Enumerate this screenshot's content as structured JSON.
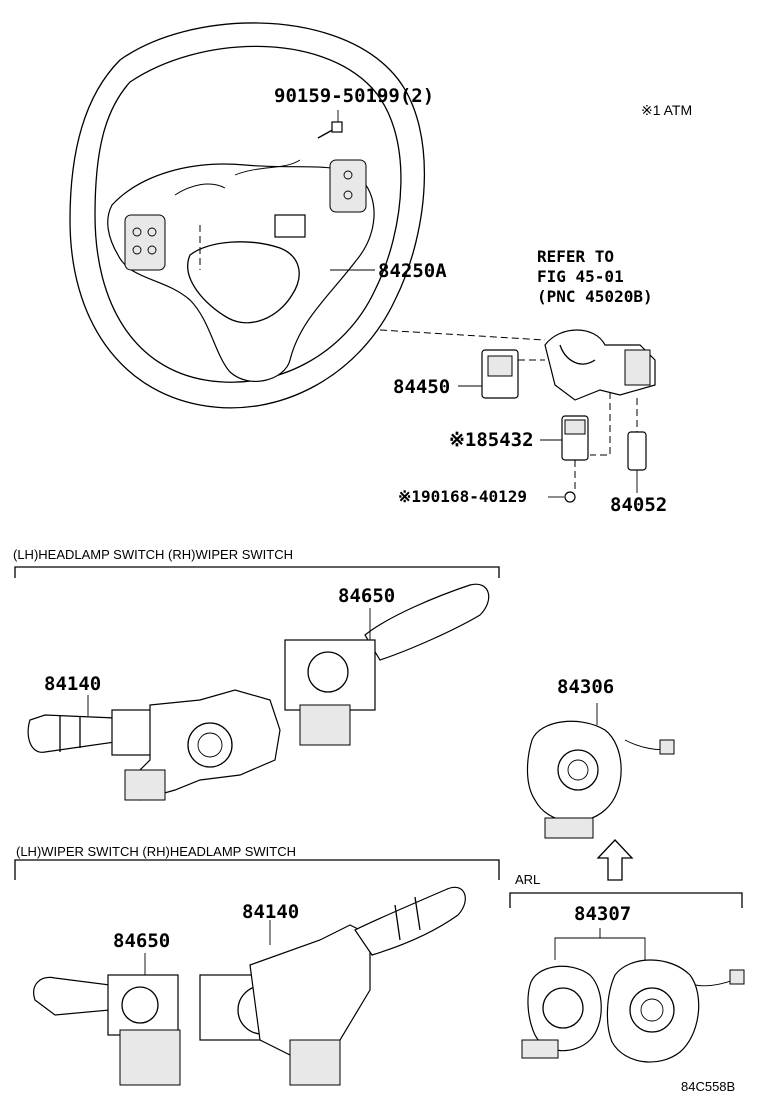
{
  "notes": {
    "atm": "※1 ATM",
    "refer": [
      "REFER TO",
      "FIG 45-01",
      "(PNC 45020B)"
    ],
    "figure_id": "84C558B"
  },
  "parts": {
    "screw": "90159-50199(2)",
    "steering_wheel": "84250A",
    "switch_84450": "84450",
    "switch_85432": "※185432",
    "bolt_90168": "※190168-40129",
    "switch_84052": "84052",
    "headlamp_upper": "84140",
    "wiper_upper": "84650",
    "spiral_84306": "84306",
    "headlamp_lower": "84140",
    "wiper_lower": "84650",
    "spiral_84307": "84307"
  },
  "groups": {
    "upper": "(LH)HEADLAMP SWITCH (RH)WIPER SWITCH",
    "lower": "(LH)WIPER SWITCH (RH)HEADLAMP SWITCH",
    "arl": "ARL"
  }
}
